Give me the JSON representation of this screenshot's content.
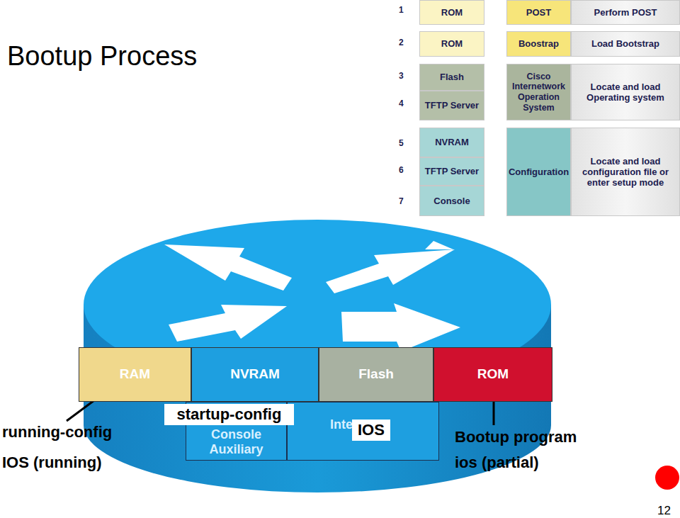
{
  "diagram": {
    "title": "Bootup Process",
    "nodes": [
      {
        "text": [
          "ROM"
        ]
      },
      {
        "text": [
          "POST"
        ]
      },
      {
        "text": [
          "Perform POST"
        ]
      },
      {
        "text": [
          "ROM"
        ]
      },
      {
        "text": [
          "Boostrap"
        ]
      },
      {
        "text": [
          "Load Bootstrap"
        ]
      },
      {
        "text": [
          "Flash"
        ]
      },
      {
        "text": [
          "Cisco Internetwork Operation System"
        ]
      },
      {
        "text": [
          "Locate and load Operating system"
        ]
      },
      {
        "text": [
          "TFTP Server"
        ]
      },
      {
        "text": [
          "NVRAM"
        ]
      },
      {
        "text": [
          "Configuration"
        ]
      },
      {
        "text": [
          "Locate and load configuration file or enter setup mode"
        ]
      },
      {
        "text": [
          "TFTP Server"
        ]
      },
      {
        "text": [
          "Console"
        ]
      },
      {
        "text": [
          "RAM"
        ]
      },
      {
        "text": [
          "NVRAM"
        ]
      },
      {
        "text": [
          "Flash"
        ]
      },
      {
        "text": [
          "ROM"
        ]
      },
      {
        "text": [
          "Console Auxiliary"
        ]
      },
      {
        "text": [
          "Inte"
        ]
      }
    ],
    "labels": [
      "1",
      "2",
      "3",
      "4",
      "5",
      "6",
      "7",
      "running-config",
      "IOS (running)",
      "startup-config",
      "IOS",
      "Bootup program",
      "ios (partial)",
      "12"
    ]
  }
}
